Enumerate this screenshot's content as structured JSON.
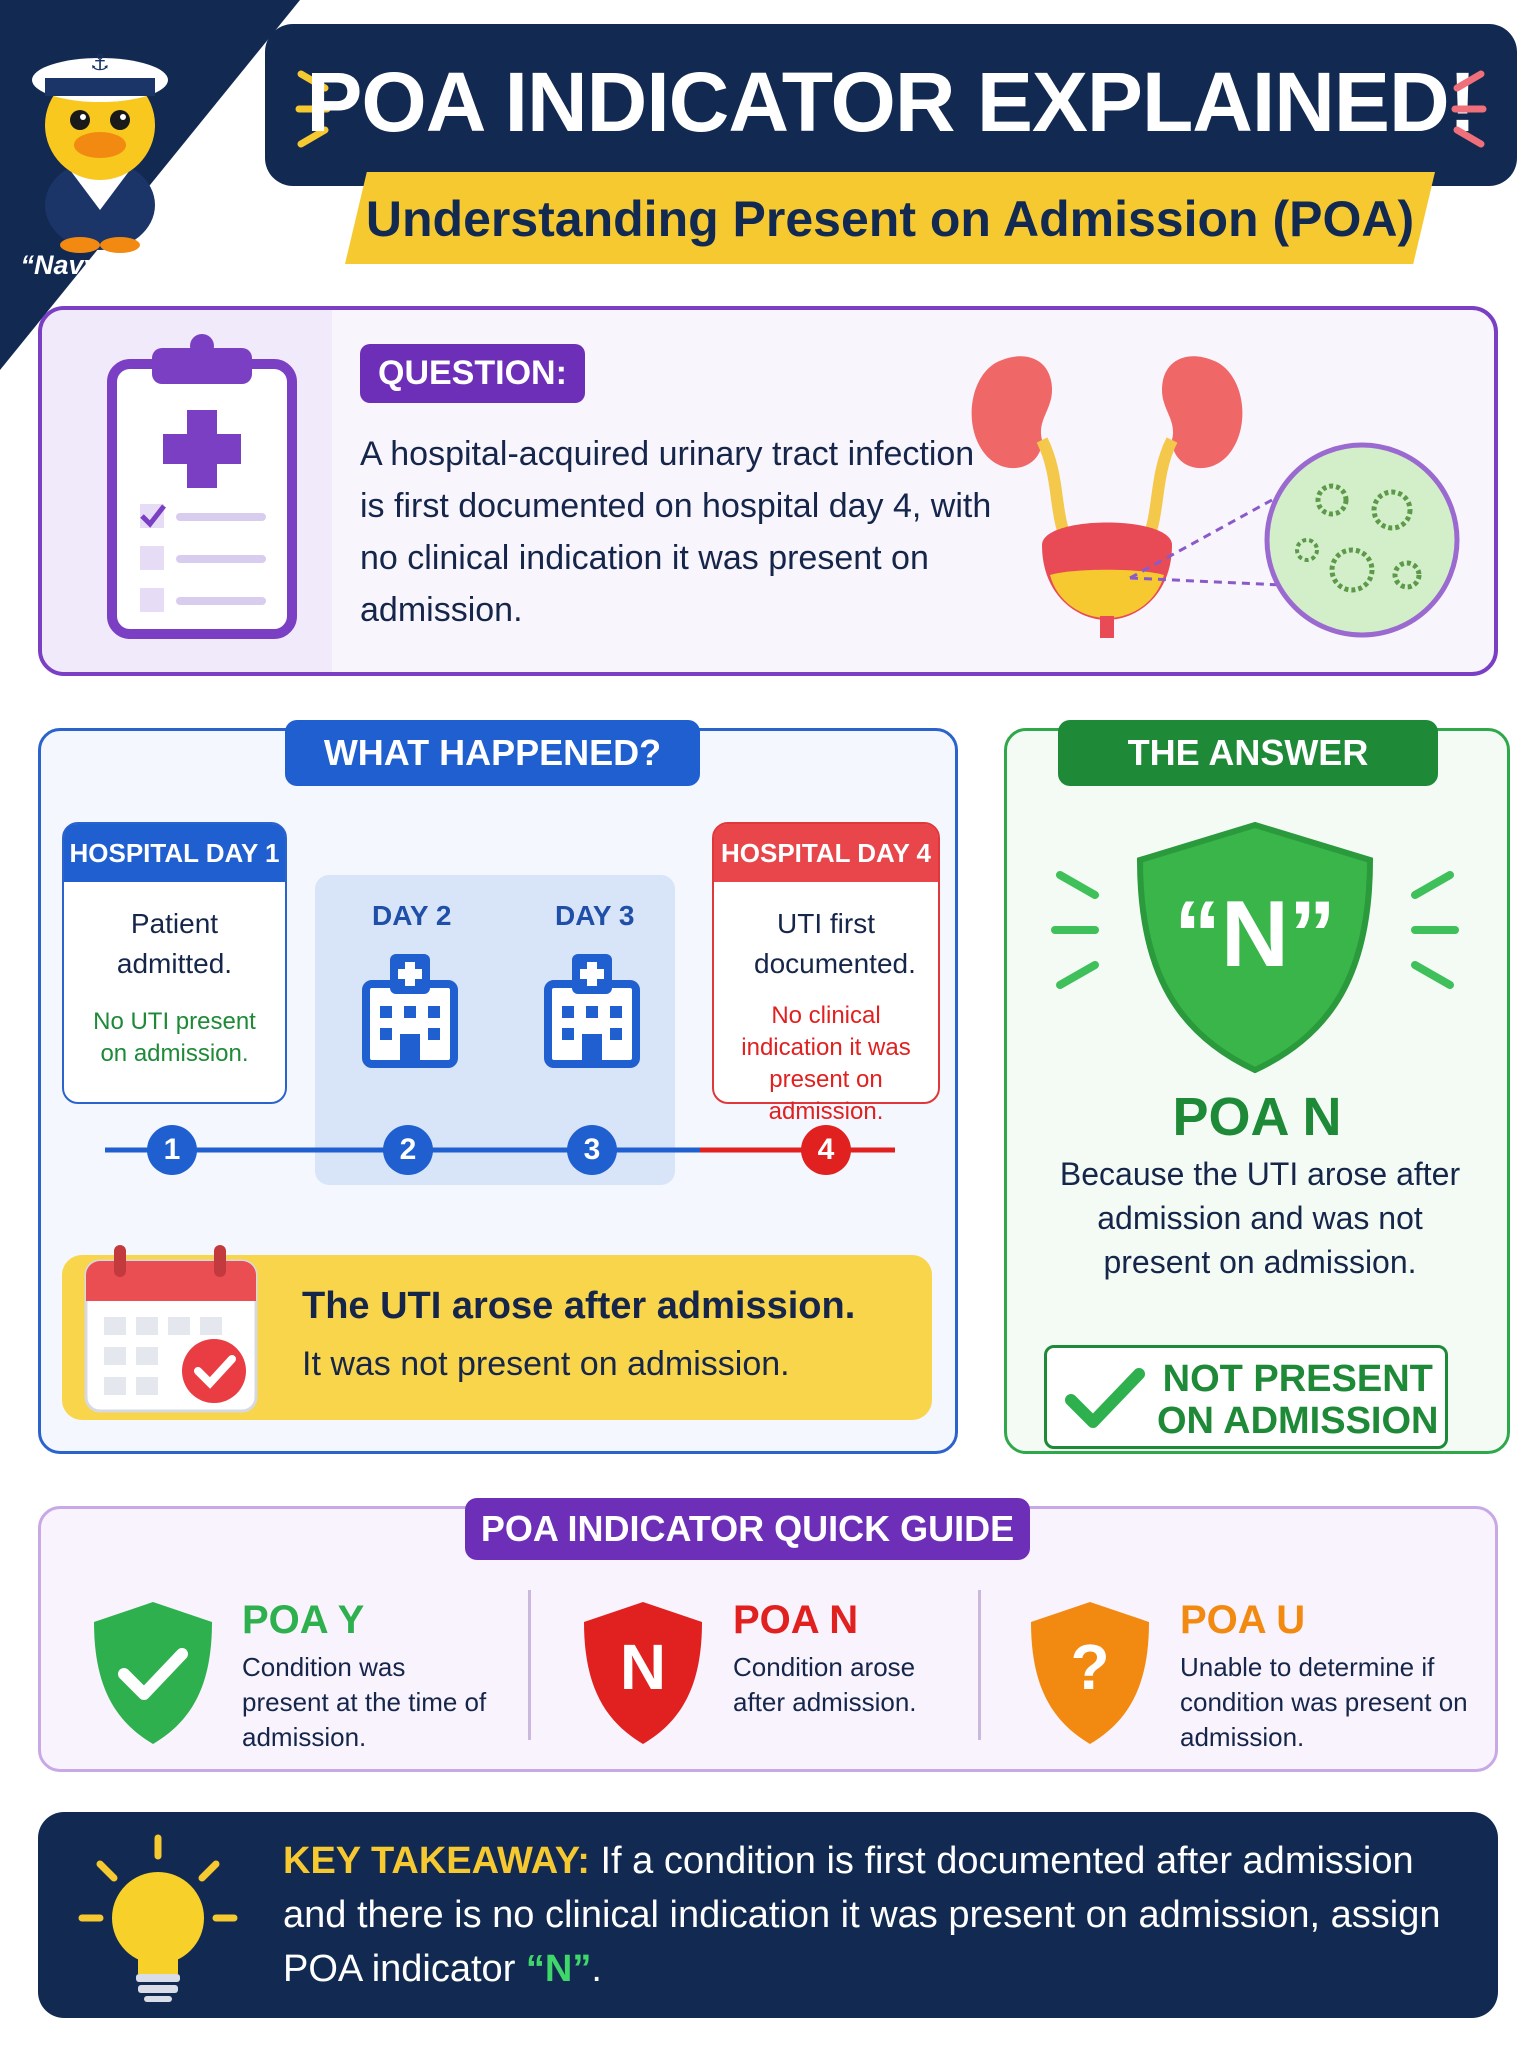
{
  "mascot": {
    "caption": "“Navy Duck”"
  },
  "header": {
    "title": "POA INDICATOR EXPLAINED!",
    "subtitle": "Understanding Present on Admission (POA)"
  },
  "question": {
    "label": "QUESTION:",
    "text": "A hospital-acquired urinary tract infection is first documented on hospital day 4, with no clinical indication it was present on admission."
  },
  "what_happened": {
    "label": "WHAT HAPPENED?",
    "day1": {
      "header": "HOSPITAL DAY 1",
      "main": "Patient admitted.",
      "note": "No UTI present on admission."
    },
    "day2": {
      "label": "DAY 2"
    },
    "day3": {
      "label": "DAY 3"
    },
    "day4": {
      "header": "HOSPITAL DAY 4",
      "main": "UTI first documented.",
      "note": "No clinical indication it was present on admission."
    },
    "steps": [
      "1",
      "2",
      "3",
      "4"
    ],
    "callout_line1": "The UTI arose after admission.",
    "callout_line2": "It was not present on admission."
  },
  "answer": {
    "label": "THE ANSWER",
    "shield_letter": "“N”",
    "title": "POA N",
    "text": "Because the UTI arose after admission and was not present on admission.",
    "badge_line1": "NOT PRESENT",
    "badge_line2": "ON ADMISSION"
  },
  "quick_guide": {
    "label": "POA INDICATOR QUICK GUIDE",
    "items": [
      {
        "title": "POA Y",
        "text": "Condition was present at the time of admission.",
        "icon": "check-shield-icon",
        "color": "#2fb04e"
      },
      {
        "title": "POA N",
        "text": "Condition arose after admission.",
        "icon": "n-shield-icon",
        "letter": "N",
        "color": "#e0211f"
      },
      {
        "title": "POA U",
        "text": "Unable to determine if condition was present on admission.",
        "icon": "question-shield-icon",
        "letter": "?",
        "color": "#f28a12"
      }
    ]
  },
  "takeaway": {
    "label": "KEY TAKEAWAY:",
    "text": " If a condition is first documented after admission and there is no clinical indication it was present on admission, assign POA indicator ",
    "value": "“N”",
    "end": "."
  },
  "colors": {
    "navy": "#122a52",
    "yellow": "#f6c930",
    "purple": "#6d2fb8",
    "blue": "#1f5fd0",
    "green": "#1e8a38",
    "red": "#e0211f",
    "orange": "#f28a12"
  }
}
